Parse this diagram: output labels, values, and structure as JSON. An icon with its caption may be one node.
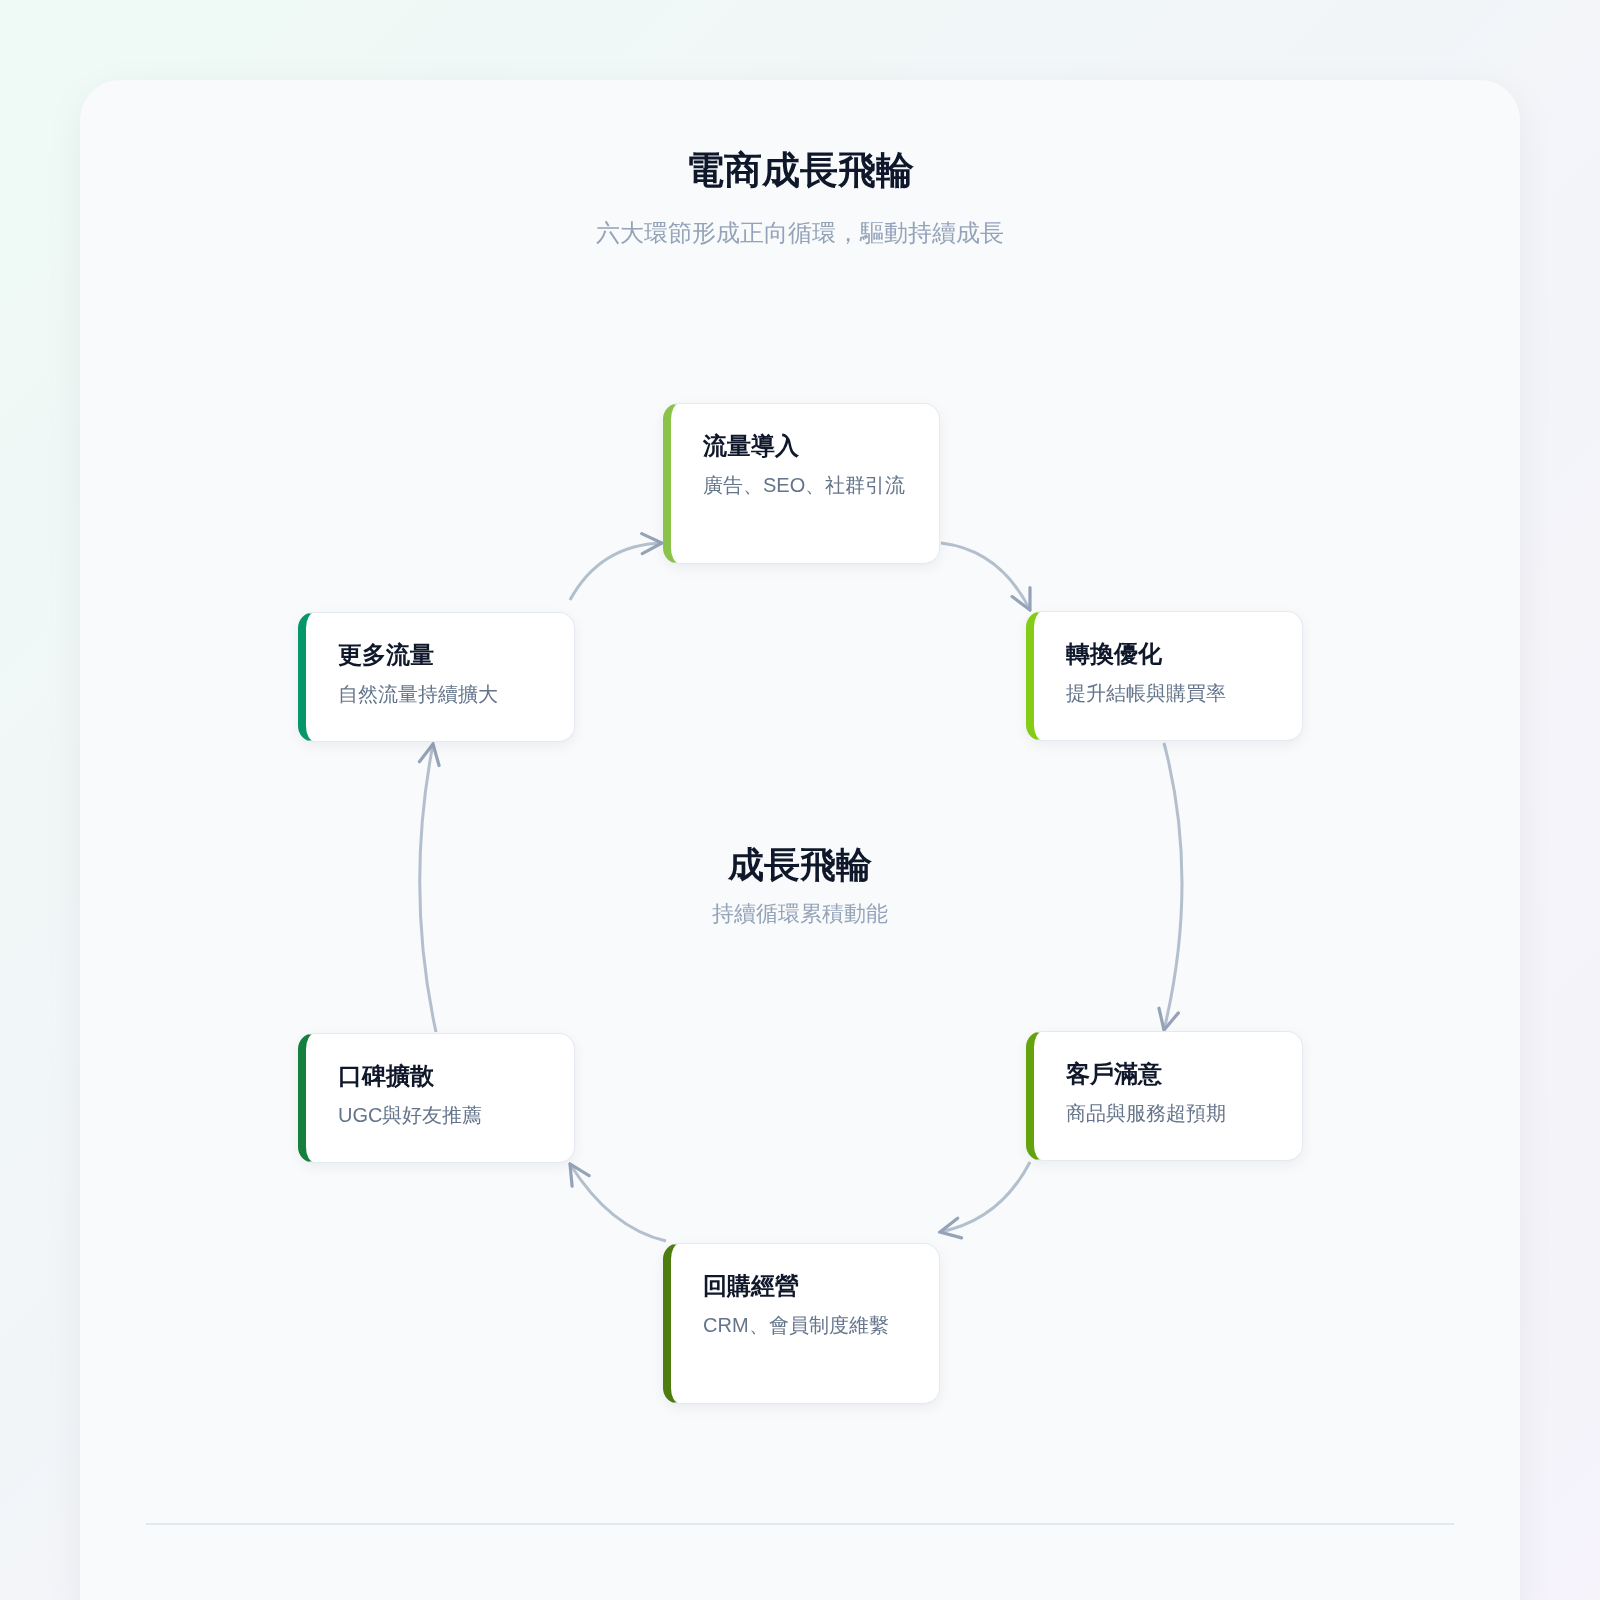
{
  "diagram": {
    "title": "電商成長飛輪",
    "nodes": [
      {
        "text": [
          "流量導入",
          "廣告、SEO、社群引流"
        ]
      },
      {
        "text": [
          "轉換優化",
          "提升結帳與購買率"
        ]
      },
      {
        "text": [
          "客戶滿意",
          "商品與服務超預期"
        ]
      },
      {
        "text": [
          "回購經營",
          "CRM、會員制度維繫"
        ]
      },
      {
        "text": [
          "口碑擴散",
          "UGC與好友推薦"
        ]
      },
      {
        "text": [
          "更多流量",
          "自然流量持續擴大"
        ]
      }
    ],
    "edges": [
      {
        "from": 0,
        "to": 1,
        "arrow": "to"
      },
      {
        "from": 1,
        "to": 2,
        "arrow": "to"
      },
      {
        "from": 2,
        "to": 3,
        "arrow": "to"
      },
      {
        "from": 3,
        "to": 4,
        "arrow": "to"
      },
      {
        "from": 4,
        "to": 5,
        "arrow": "to"
      },
      {
        "from": 5,
        "to": 0,
        "arrow": "to"
      }
    ],
    "labels": [
      "六大環節形成正向循環，驅動持續成長",
      "成長飛輪",
      "持續循環累積動能"
    ]
  }
}
